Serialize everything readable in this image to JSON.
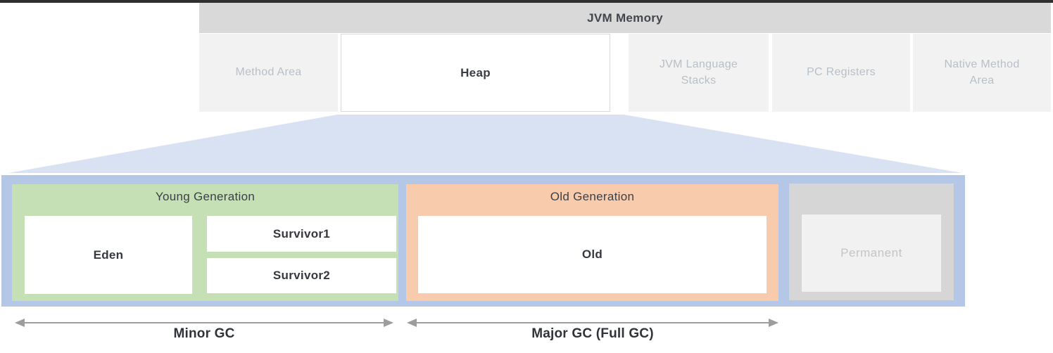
{
  "colors": {
    "top_bar": "#2f2f2f",
    "header_bg": "#d9d9d9",
    "section_bg": "#f2f2f2",
    "muted_text": "#b9bfc6",
    "dark_text": "#3a3d43",
    "heap_border": "#d9d9d9",
    "funnel": "#d9e2f3",
    "container_blue": "#b4c7e7",
    "young_green": "#c5e0b4",
    "old_orange": "#f8cbad",
    "perm_outer": "#d6d6d6",
    "perm_inner": "#f1f1f1",
    "perm_text": "#c4c4c4",
    "arrow": "#9d9d9d",
    "gc_text": "#303338"
  },
  "top_diagram": {
    "title": "JVM Memory",
    "sections": [
      {
        "label": "Method Area",
        "state": "inactive"
      },
      {
        "label": "Heap",
        "state": "active"
      },
      {
        "label": "JVM Language Stacks",
        "state": "inactive"
      },
      {
        "label": "PC Registers",
        "state": "inactive"
      },
      {
        "label": "Native Method Area",
        "state": "inactive"
      }
    ]
  },
  "heap_detail": {
    "young_generation": {
      "title": "Young Generation",
      "regions": [
        "Eden",
        "Survivor1",
        "Survivor2"
      ]
    },
    "old_generation": {
      "title": "Old Generation",
      "regions": [
        "Old"
      ]
    },
    "permanent": {
      "label": "Permanent"
    }
  },
  "gc_labels": {
    "minor": "Minor GC",
    "major": "Major GC (Full GC)"
  }
}
